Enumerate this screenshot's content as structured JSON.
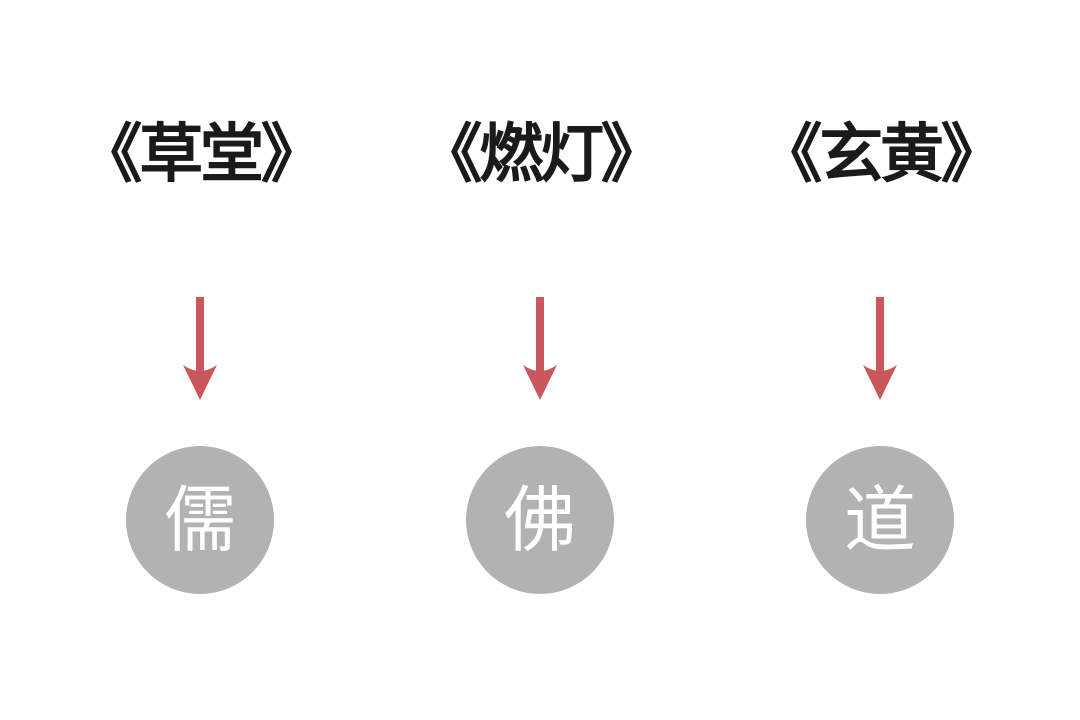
{
  "page": {
    "background": "#ffffff"
  },
  "colors": {
    "title_text": "#1a1a1a",
    "arrow": "#ca575b",
    "circle_fill": "#b2b2b2",
    "circle_text": "#ffffff"
  },
  "columns": [
    {
      "title": "《草堂》",
      "tradition": "儒"
    },
    {
      "title": "《燃灯》",
      "tradition": "佛"
    },
    {
      "title": "《玄黄》",
      "tradition": "道"
    }
  ]
}
